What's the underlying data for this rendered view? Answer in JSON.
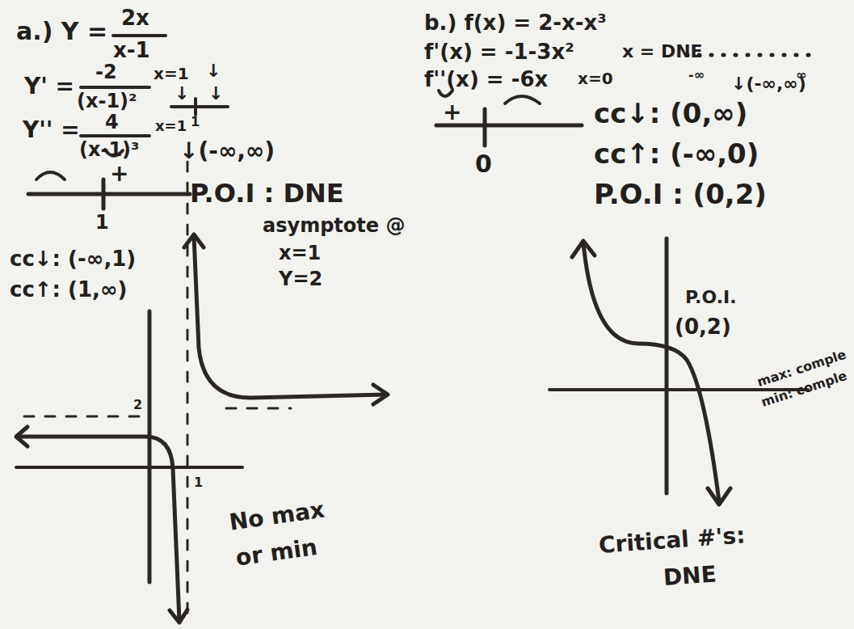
{
  "diagram": {
    "labels": [
      "a.) Y =",
      "2x",
      "x-1",
      "Y' =",
      "-2",
      "(x-1)²",
      "x=1",
      "↓",
      "↓",
      "↓",
      "1",
      "Y'' =",
      "4",
      "(x-1)³",
      "x=1",
      "↓(-∞,∞)",
      "+",
      "1",
      "P.O.I : DNE",
      "asymptote @",
      "x=1",
      "Y=2",
      "cc↓: (-∞,1)",
      "cc↑: (1,∞)",
      "2",
      "1",
      "No max",
      "or min",
      "b.) f(x) = 2-x-x³",
      "f'(x) = -1-3x²",
      "x = DNE",
      "-∞",
      "∞",
      "↓(-∞,∞)",
      "f''(x) = -6x",
      "x=0",
      "+",
      "0",
      "cc↓: (0,∞)",
      "cc↑: (-∞,0)",
      "P.O.I : (0,2)",
      "P.O.I.",
      "(0,2)",
      "max: comple",
      "min: comple",
      "Critical #'s:",
      "DNE"
    ]
  }
}
